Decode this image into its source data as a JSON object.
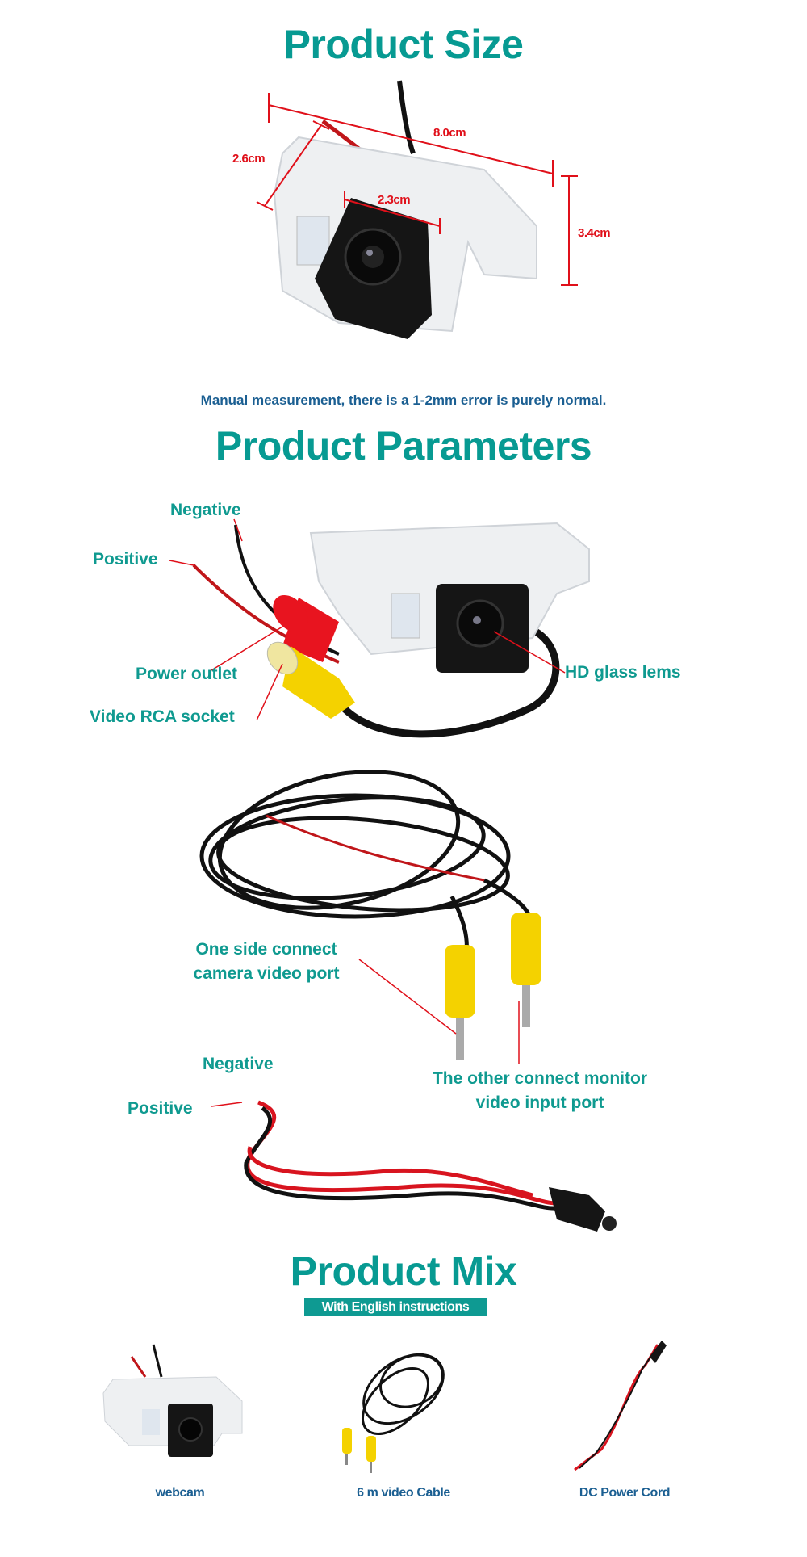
{
  "size_section": {
    "title": "Product Size",
    "dimensions": {
      "length": "8.0cm",
      "depth": "2.6cm",
      "camera_width": "2.3cm",
      "height": "3.4cm"
    },
    "note": "Manual measurement, there is a 1-2mm error is purely normal."
  },
  "params_section": {
    "title": "Product Parameters",
    "camera_labels": {
      "negative": "Negative",
      "positive": "Positive",
      "power_outlet": "Power outlet",
      "video_rca": "Video RCA socket",
      "hd_lens": "HD glass lems"
    },
    "cable_labels": {
      "one_side_1": "One side connect",
      "one_side_2": "camera video port",
      "other_1": "The other connect monitor",
      "other_2": "video input port"
    },
    "cord_labels": {
      "negative": "Negative",
      "positive": "Positive"
    }
  },
  "mix_section": {
    "title": "Product Mix",
    "banner": "With English instructions",
    "items": [
      {
        "label": "webcam"
      },
      {
        "label": "6 m video Cable"
      },
      {
        "label": "DC Power Cord"
      }
    ]
  },
  "colors": {
    "accent": "#079a92",
    "note_blue": "#1b5f92",
    "dimension_red": "#e0101a"
  }
}
